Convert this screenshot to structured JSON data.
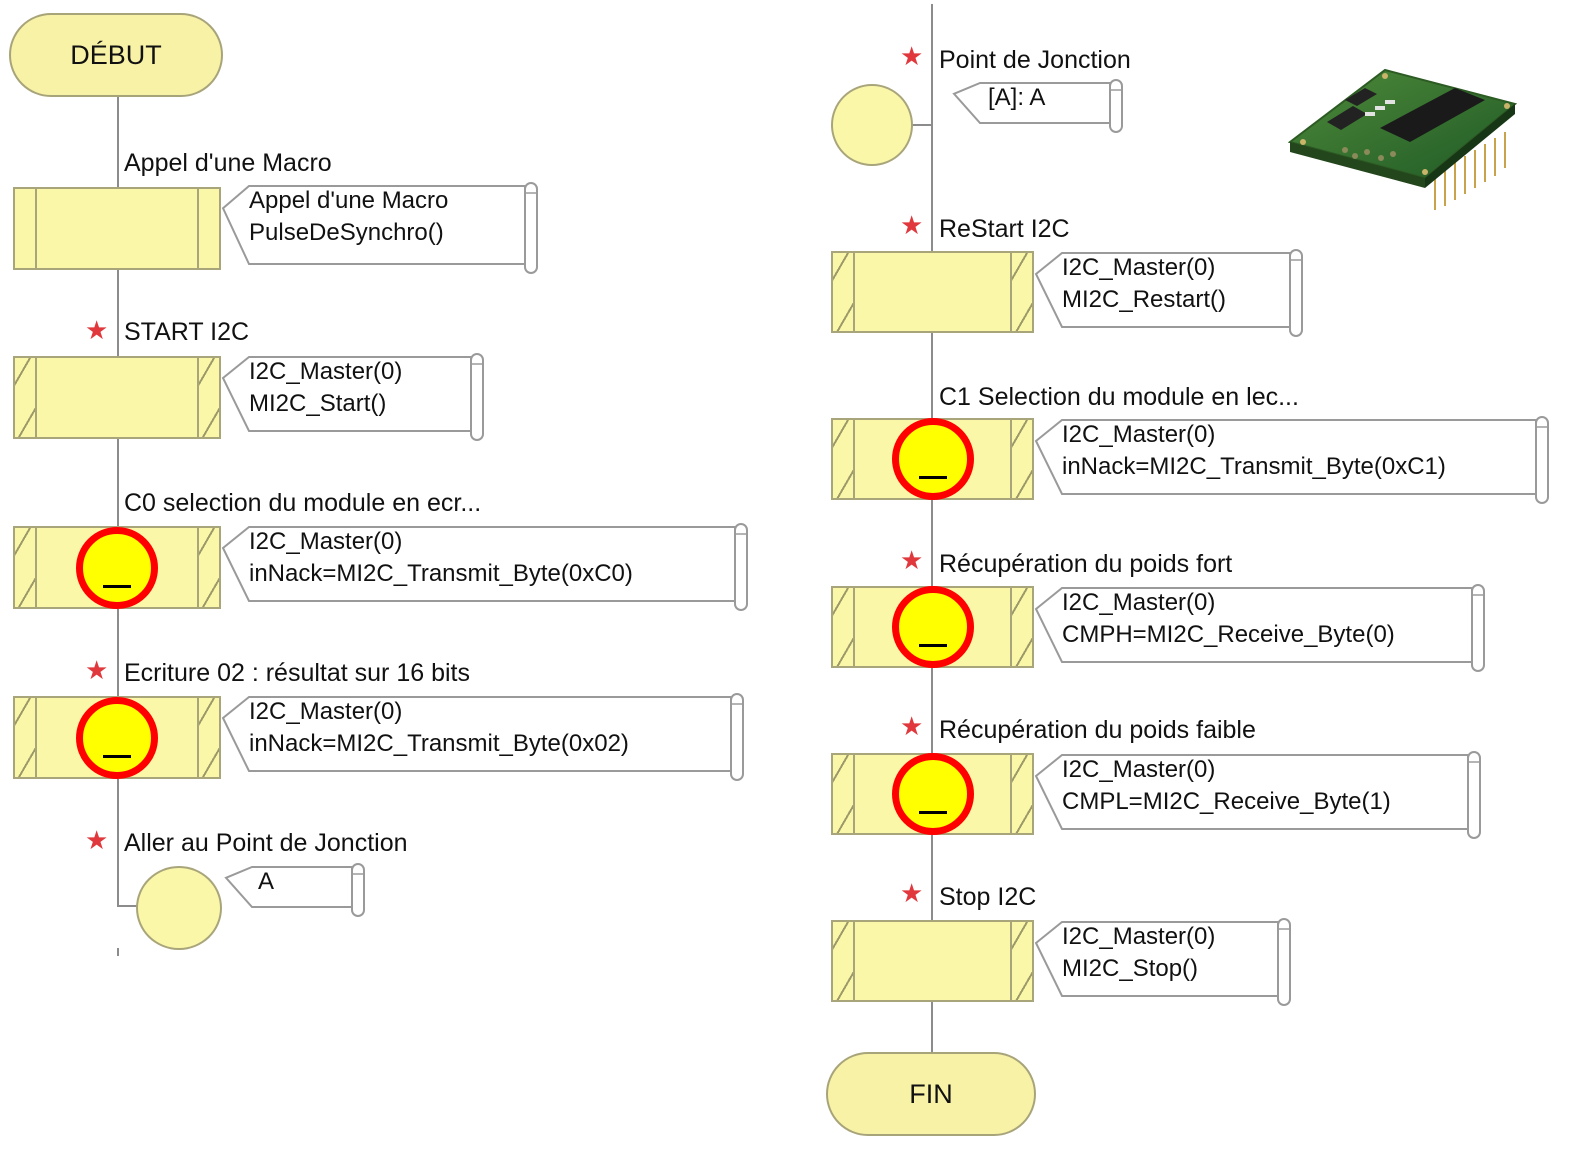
{
  "left_column": {
    "start": {
      "label": "DÉBUT"
    },
    "steps": [
      {
        "title": "Appel d'une Macro",
        "starred": false,
        "kind": "macro",
        "breakpoint": false,
        "callout": [
          "Appel d'une Macro",
          "PulseDeSynchro()"
        ]
      },
      {
        "title": "START I2C",
        "starred": true,
        "kind": "component",
        "breakpoint": false,
        "callout": [
          "I2C_Master(0)",
          "MI2C_Start()"
        ]
      },
      {
        "title": "C0 selection du module en ecr...",
        "starred": false,
        "kind": "component",
        "breakpoint": true,
        "callout": [
          "I2C_Master(0)",
          "inNack=MI2C_Transmit_Byte(0xC0)"
        ]
      },
      {
        "title": "Ecriture 02 : résultat sur 16 bits",
        "starred": true,
        "kind": "component",
        "breakpoint": true,
        "callout": [
          "I2C_Master(0)",
          "inNack=MI2C_Transmit_Byte(0x02)"
        ]
      }
    ],
    "goto": {
      "title": "Aller au Point de Jonction",
      "starred": true,
      "callout": [
        "A"
      ]
    }
  },
  "right_column": {
    "junction": {
      "title": "Point de Jonction",
      "starred": true,
      "callout": [
        "[A]: A"
      ]
    },
    "steps": [
      {
        "title": "ReStart I2C",
        "starred": true,
        "kind": "component",
        "breakpoint": false,
        "callout": [
          "I2C_Master(0)",
          "MI2C_Restart()"
        ]
      },
      {
        "title": "C1 Selection du module en lec...",
        "starred": false,
        "kind": "component",
        "breakpoint": true,
        "callout": [
          "I2C_Master(0)",
          "inNack=MI2C_Transmit_Byte(0xC1)"
        ]
      },
      {
        "title": "Récupération du poids fort",
        "starred": true,
        "kind": "component",
        "breakpoint": true,
        "callout": [
          "I2C_Master(0)",
          "CMPH=MI2C_Receive_Byte(0)"
        ]
      },
      {
        "title": "Récupération du poids faible",
        "starred": true,
        "kind": "component",
        "breakpoint": true,
        "callout": [
          "I2C_Master(0)",
          "CMPL=MI2C_Receive_Byte(1)"
        ]
      },
      {
        "title": "Stop I2C",
        "starred": true,
        "kind": "component",
        "breakpoint": false,
        "callout": [
          "I2C_Master(0)",
          "MI2C_Stop()"
        ]
      }
    ],
    "end": {
      "label": "FIN"
    }
  },
  "image": {
    "subject": "I2C compass module circuit board photo"
  },
  "colors": {
    "block_fill": "#fbf7a9",
    "breakpoint_ring": "#ff0000",
    "breakpoint_fill": "#ffff00",
    "star": "#e0383c"
  }
}
